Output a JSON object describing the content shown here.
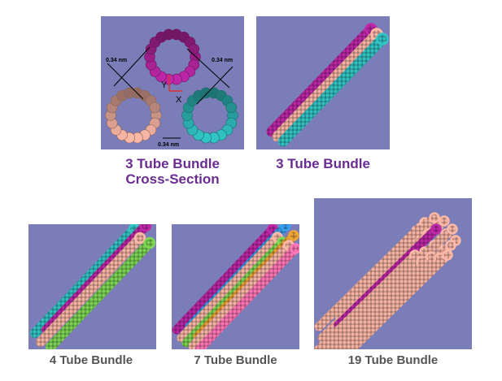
{
  "colors": {
    "panel_bg": "#7a7db8",
    "caption_purple": "#6b2c91",
    "caption_gray": "#555555",
    "magenta": "#a1218e",
    "salmon": "#d39a8c",
    "teal": "#2aa5a5",
    "green": "#6ab548",
    "blue": "#2e86c8",
    "orange": "#c88a2e",
    "pink": "#d9659b"
  },
  "figures": [
    {
      "id": "cross-section",
      "caption_lines": [
        "3 Tube Bundle",
        "Cross-Section"
      ],
      "annotations": {
        "gap_top_left": "0.34 nm",
        "gap_top_right": "0.34 nm",
        "gap_bottom": "0.34 nm",
        "axis_y": "Y",
        "axis_x": "X"
      }
    },
    {
      "id": "three-tube",
      "caption_lines": [
        "3 Tube Bundle"
      ]
    },
    {
      "id": "four-tube",
      "caption_lines": [
        "4 Tube Bundle"
      ]
    },
    {
      "id": "seven-tube",
      "caption_lines": [
        "7 Tube Bundle"
      ]
    },
    {
      "id": "nineteen-tube",
      "caption_lines": [
        "19 Tube Bundle"
      ]
    }
  ]
}
